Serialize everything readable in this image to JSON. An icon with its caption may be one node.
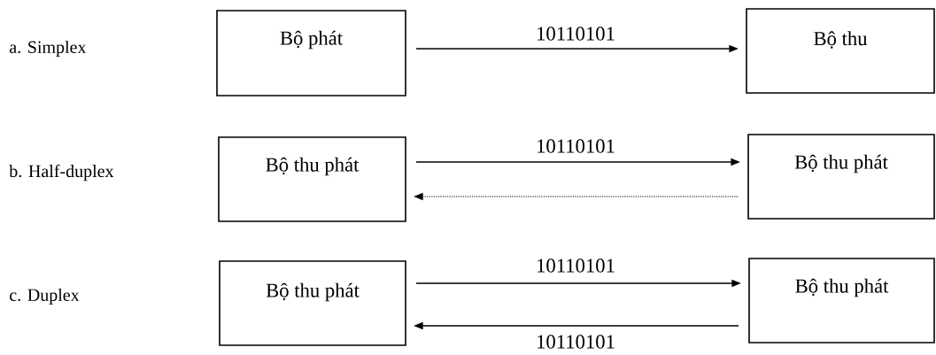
{
  "diagram": {
    "nodes": [
      {
        "text": [
          "Bộ phát"
        ]
      },
      {
        "text": [
          "Bộ thu"
        ]
      },
      {
        "text": [
          "Bộ thu phát"
        ]
      },
      {
        "text": [
          "Bộ thu phát"
        ]
      },
      {
        "text": [
          "Bộ thu phát"
        ]
      },
      {
        "text": [
          "Bộ thu phát"
        ]
      }
    ],
    "edges": [
      {
        "from": 0,
        "to": 1,
        "arrow": "to",
        "label": "10110101"
      },
      {
        "from": 2,
        "to": 3,
        "arrow": "to",
        "label": "10110101"
      },
      {
        "from": 3,
        "to": 2,
        "arrow": "to",
        "style": "dashed"
      },
      {
        "from": 4,
        "to": 5,
        "arrow": "to",
        "label": "10110101"
      },
      {
        "from": 5,
        "to": 4,
        "arrow": "to",
        "label": "10110101"
      }
    ],
    "labels": [
      "a. Simplex",
      "b. Half-duplex",
      "c. Duplex"
    ]
  }
}
